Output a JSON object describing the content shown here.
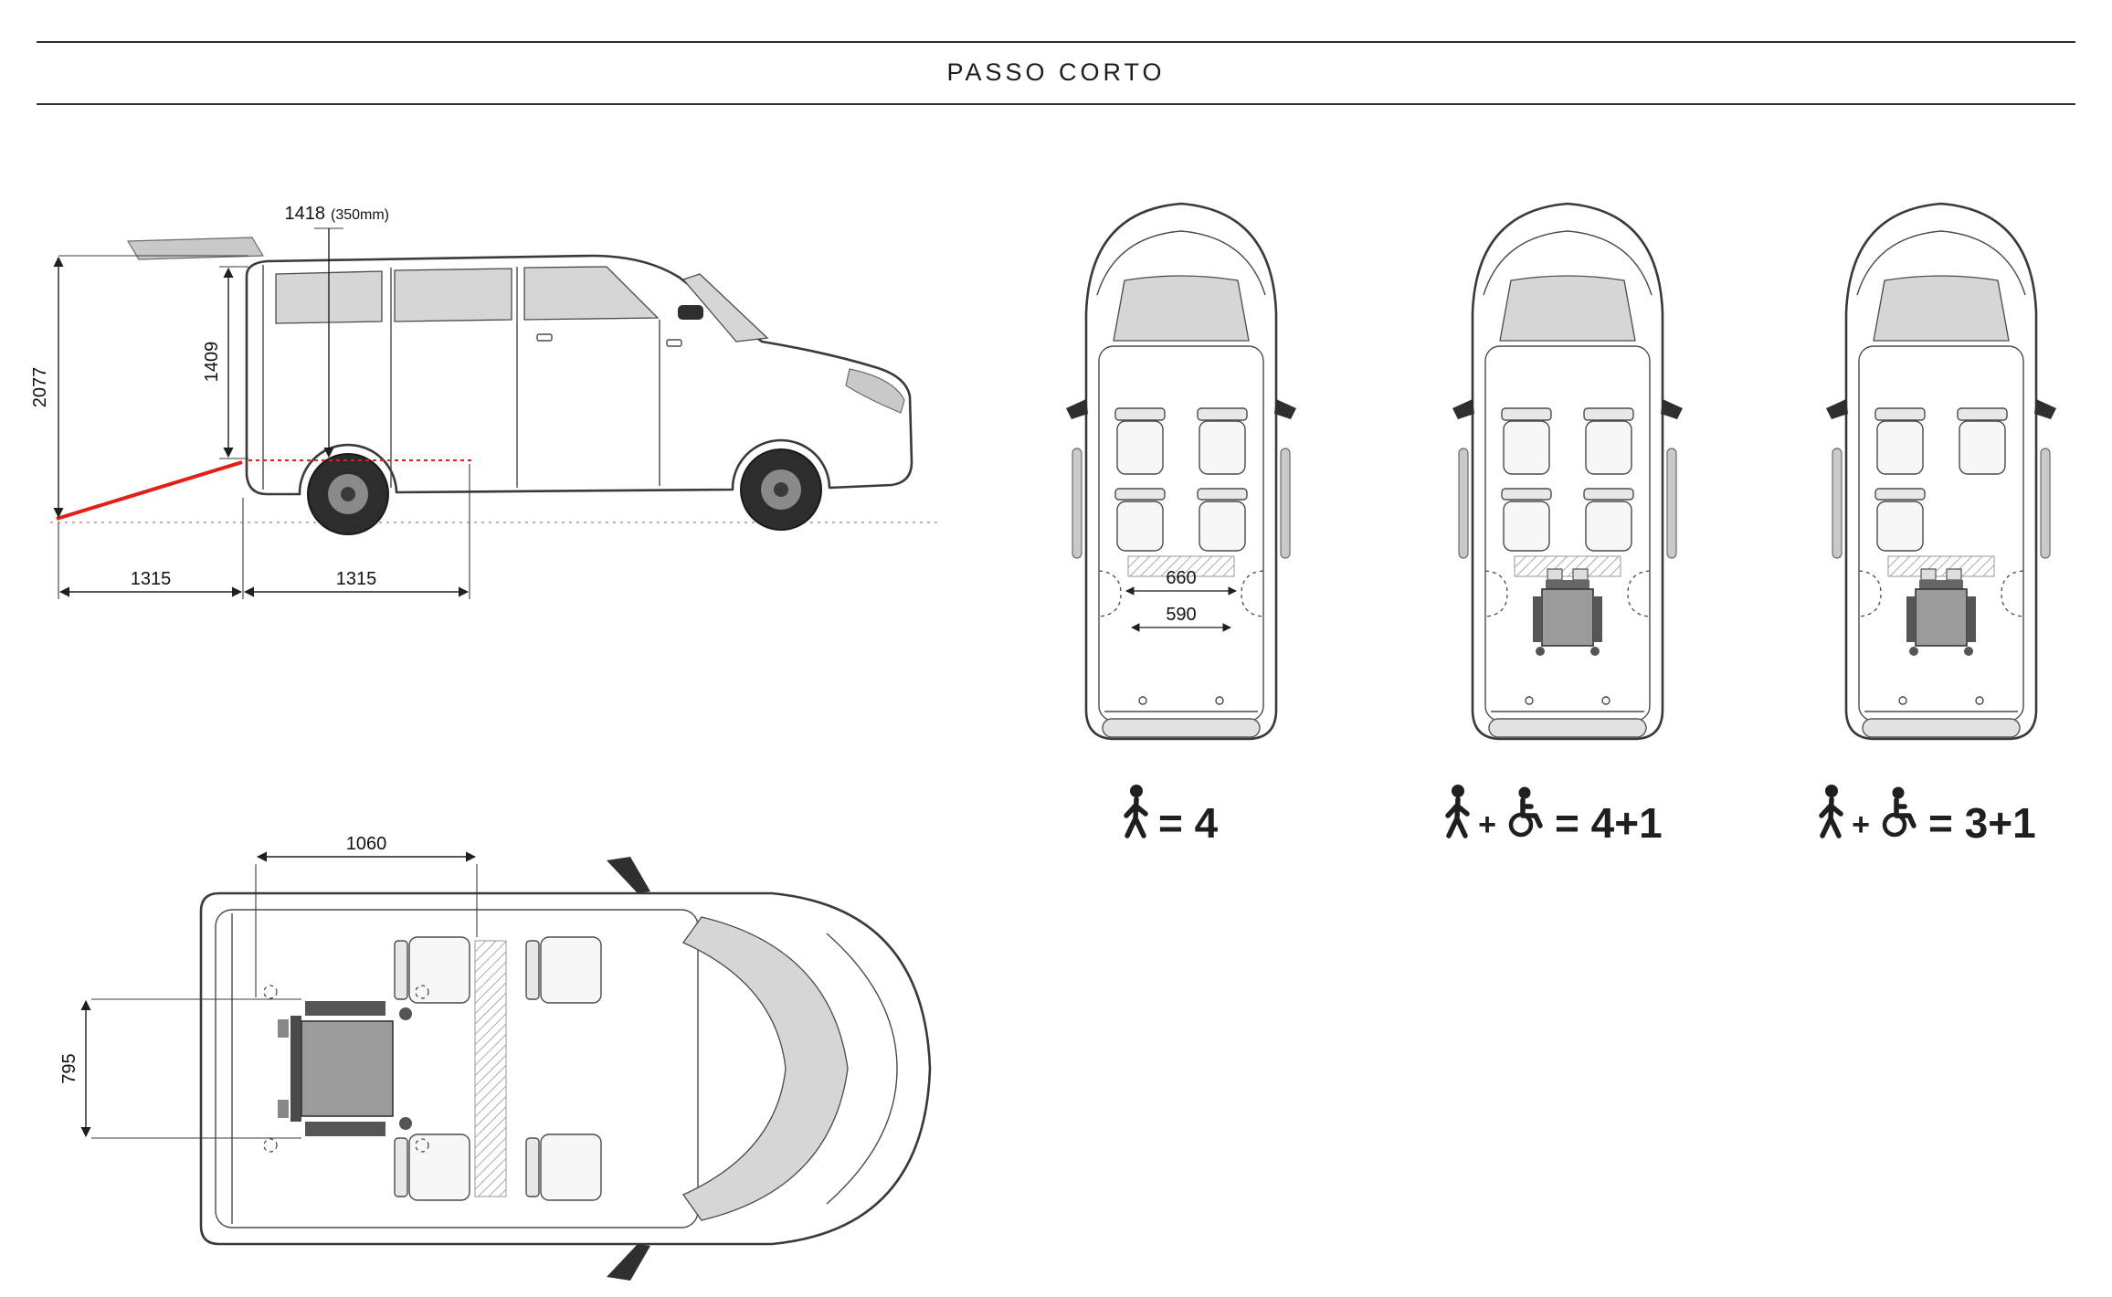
{
  "title": "PASSO CORTO",
  "side_view": {
    "overall_height": "2077",
    "rear_opening_height": "1409",
    "floor_height": "1418",
    "floor_height_note": "(350mm)",
    "rear_overhang": [
      "1315",
      "1315"
    ]
  },
  "plan_view": {
    "interior_length": "1060",
    "interior_width": "795"
  },
  "configurations": [
    {
      "name": "seats-4",
      "persons_label": "= 4",
      "width_between_arches": "660",
      "floor_width": "590"
    },
    {
      "name": "seats-4-plus-1",
      "plus_label": "+",
      "persons_label": "= 4+1"
    },
    {
      "name": "seats-3-plus-1",
      "plus_label": "+",
      "persons_label": "= 3+1"
    }
  ],
  "colors": {
    "accent_red": "#e32017",
    "line": "#3a3a3a",
    "glass": "#d6d6d6"
  }
}
